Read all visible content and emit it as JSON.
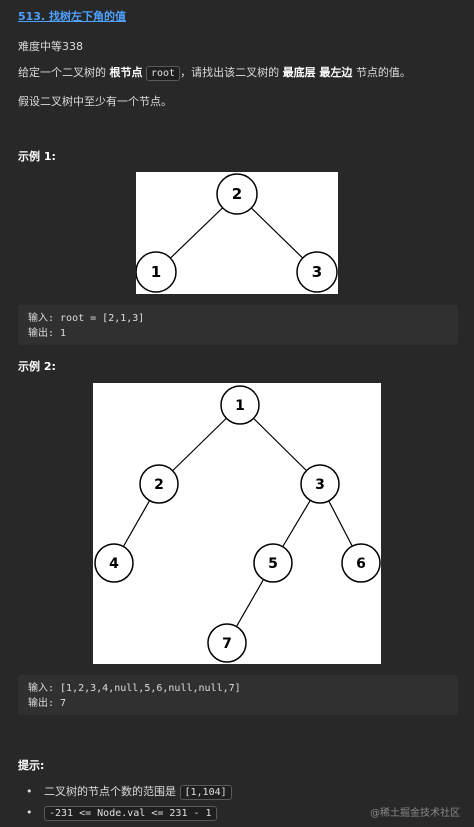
{
  "title": "513. 找树左下角的值",
  "difficulty": "难度中等338",
  "desc": {
    "p1_a": "给定一个二叉树的",
    "p1_b": "根节点",
    "p1_code": "root",
    "p1_c": "，请找出该二叉树的",
    "p1_d": "最底层 最左边",
    "p1_e": "节点的值。",
    "p2": "假设二叉树中至少有一个节点。"
  },
  "example1": {
    "heading": "示例 1:",
    "nodes": [
      "2",
      "1",
      "3"
    ],
    "input": "输入: root = [2,1,3]",
    "output": "输出: 1"
  },
  "example2": {
    "heading": "示例 2:",
    "nodes": [
      "1",
      "2",
      "3",
      "4",
      "5",
      "6",
      "7"
    ],
    "input": "输入: [1,2,3,4,null,5,6,null,null,7]",
    "output": "输出: 7"
  },
  "hints": {
    "heading": "提示:",
    "item1_text": "二叉树的节点个数的范围是",
    "item1_code": "[1,104]",
    "item2_code": "-231 <= Node.val <= 231 - 1"
  },
  "watermark": "@稀土掘金技术社区"
}
